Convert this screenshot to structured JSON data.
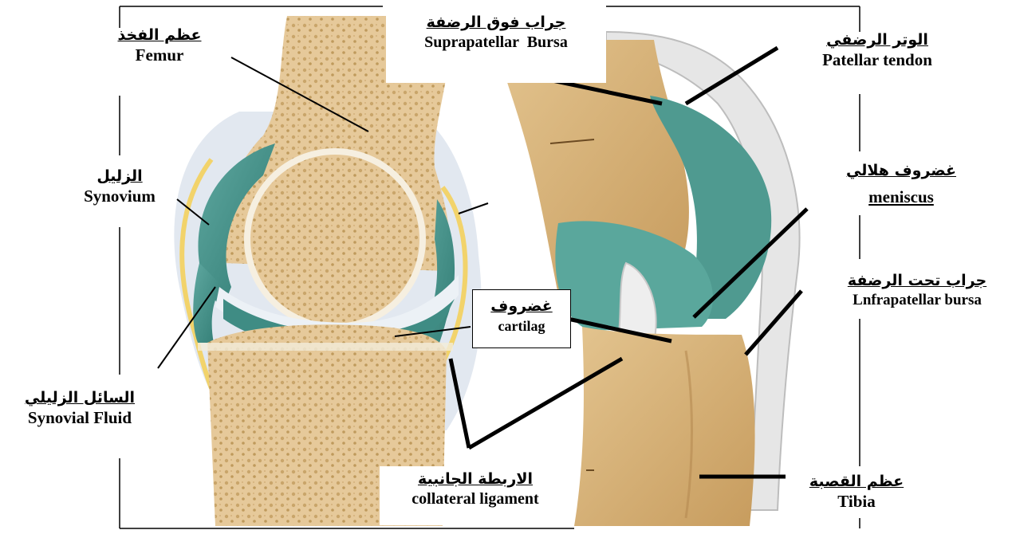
{
  "labels": {
    "femur": {
      "ar": "عظم الفخذ",
      "en": "Femur"
    },
    "suprapatellar": {
      "ar": "جراب فوق الرضفة",
      "en": "Suprapatellar  Bursa"
    },
    "patellar_tendon": {
      "ar": "الوتر الرضفي",
      "en": "Patellar tendon"
    },
    "synovium": {
      "ar": "الزليل",
      "en": "Synovium"
    },
    "meniscus": {
      "ar": "غضروف هلالي",
      "en": "meniscus"
    },
    "infrapatellar": {
      "ar": "جراب تحت الرضفة",
      "en": "Lnfrapatellar bursa"
    },
    "cartilage": {
      "ar": "غضروف",
      "en": "cartilag"
    },
    "synovial_fluid": {
      "ar": "السائل الزليلي",
      "en": "Synovial Fluid"
    },
    "collateral": {
      "ar": "الاربطة الجانبية",
      "en": "collateral ligament"
    },
    "tibia": {
      "ar": "عظم القصبة",
      "en": "Tibia"
    }
  }
}
